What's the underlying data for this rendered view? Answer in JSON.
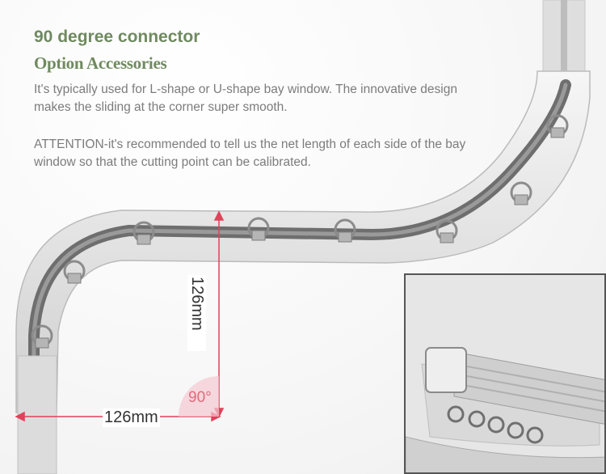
{
  "text": {
    "title": "90 degree connector",
    "subtitle": "Option Accessories",
    "description": "It's typically used for L-shape or U-shape bay window. The innovative design makes the sliding at the corner super smooth.",
    "attention": "ATTENTION-it's recommended to tell us the net length of each side of the bay window so that the cutting point can be calibrated."
  },
  "dimensions": {
    "horizontal": "126mm",
    "vertical": "126mm",
    "angle": "90°"
  },
  "colors": {
    "heading": "#6f8a5f",
    "body_text": "#7c7c7c",
    "dimension": "#e0425a"
  }
}
